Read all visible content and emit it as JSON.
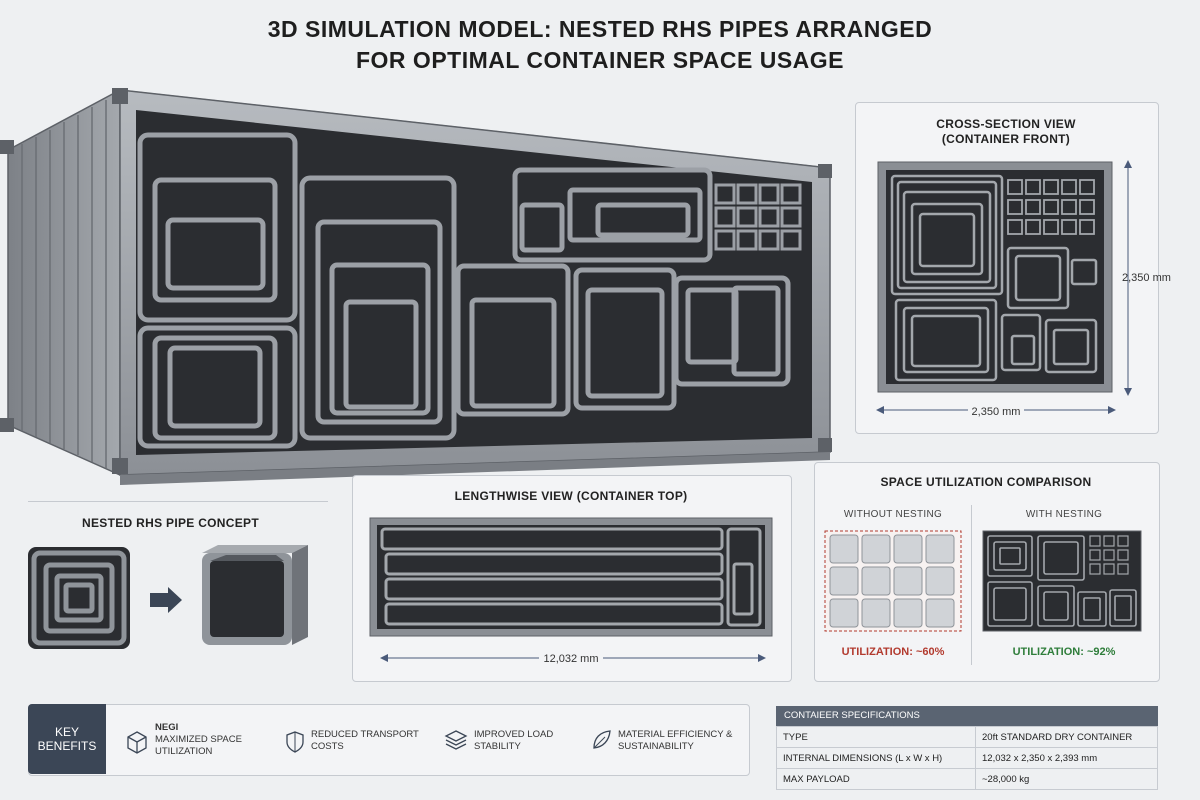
{
  "title_line1": "3D SIMULATION MODEL: NESTED RHS PIPES ARRANGED",
  "title_line2": "FOR OPTIMAL CONTAINER SPACE USAGE",
  "cross_section": {
    "title_line1": "CROSS-SECTION VIEW",
    "title_line2": "(CONTAINER FRONT)",
    "height_dim": "2,350 mm",
    "width_dim": "2,350 mm"
  },
  "nested_concept": {
    "title": "NESTED RHS PIPE CONCEPT"
  },
  "lengthwise": {
    "title": "LENGTHWISE VIEW (CONTAINER TOP)",
    "length_dim": "12,032 mm"
  },
  "comparison": {
    "title": "SPACE UTILIZATION COMPARISON",
    "without_label": "WITHOUT NESTING",
    "with_label": "WITH NESTING",
    "without_util": "UTILIZATION: ~60%",
    "with_util": "UTILIZATION: ~92%",
    "colors": {
      "bad": "#b23a2e",
      "good": "#2e7d3a"
    }
  },
  "benefits": {
    "heading": "KEY BENEFITS",
    "heading_line1": "KEY",
    "heading_line2": "BENEFITS",
    "items": [
      {
        "icon": "cube-icon",
        "top": "NEGI",
        "label": "MAXIMIZED SPACE UTILIZATION",
        "l1": "MAXIMIZED SPACE",
        "l2": "UTILIZATION"
      },
      {
        "icon": "shield-icon",
        "label": "REDUCED TRANSPORT COSTS",
        "l1": "REDUCED TRANSPORT",
        "l2": "COSTS"
      },
      {
        "icon": "layers-icon",
        "label": "IMPROVED LOAD STABILITY",
        "l1": "IMPROVED LOAD",
        "l2": "STABILITY"
      },
      {
        "icon": "leaf-icon",
        "label": "MATERIAL EFFICIENCY & SUSTAINABILITY",
        "l1": "MATERIAL EFFICIENCY &",
        "l2": "SUSTAINABILITY"
      }
    ]
  },
  "specs": {
    "header": "CONTAIEER SPECIFICATIONS",
    "rows": [
      {
        "key": "TYPE",
        "value": "20ft STANDARD DRY CONTAINER"
      },
      {
        "key": "INTERNAL DIMENSIONS (L x W x H)",
        "value": "12,032 x 2,350 x 2,393 mm"
      },
      {
        "key": "MAX PAYLOAD",
        "value": "~28,000 kg"
      }
    ]
  },
  "colors": {
    "accent_dark": "#3b4656",
    "steel": "#8f949a",
    "void": "#2b2d31",
    "dim_line": "#4a5a7a"
  }
}
